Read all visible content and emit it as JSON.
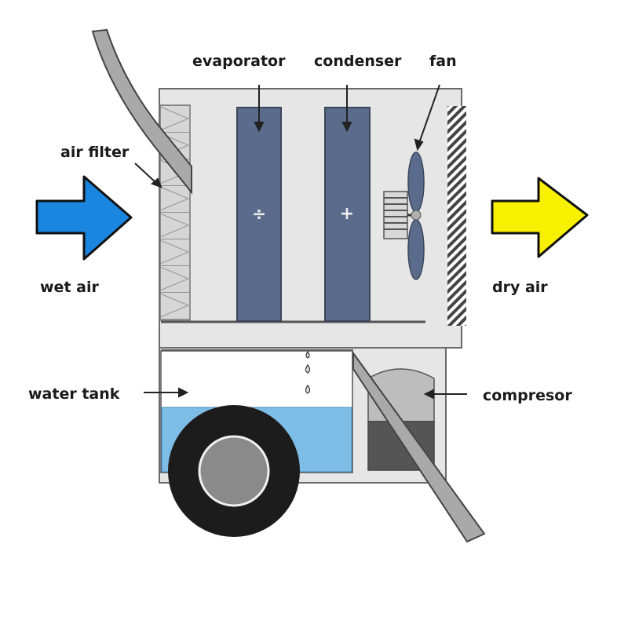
{
  "title": "Dehumidifier diagram",
  "labels": {
    "evaporator": "evaporator",
    "condenser": "condenser",
    "fan": "fan",
    "air_filter": "air filter",
    "wet_air": "wet air",
    "dry_air": "dry air",
    "water_tank": "water tank",
    "compressor": "compresor"
  },
  "symbols": {
    "evaporator_sign": "÷",
    "condenser_sign": "+"
  },
  "colors": {
    "wet_air_arrow": "#1a86e0",
    "dry_air_arrow": "#f7f000",
    "coil": "#5a6b8c",
    "water": "#7dbde6",
    "housing": "#e4e4e4",
    "wheel": "#1c1c1c",
    "hub": "#8a8a8a",
    "compressor_top": "#bdbdbd",
    "compressor_bottom": "#555555"
  }
}
